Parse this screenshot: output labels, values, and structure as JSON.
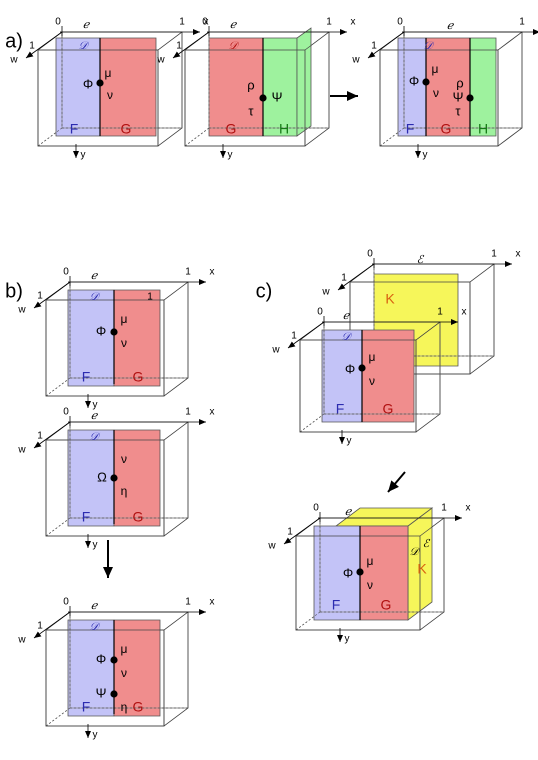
{
  "panels": {
    "a": "a)",
    "b": "b)",
    "c": "c)"
  },
  "axes": {
    "zero": "0",
    "one": "1",
    "x": "x",
    "y": "y",
    "w": "w"
  },
  "faces": {
    "e": "ℯ",
    "d": "𝒟",
    "e_alt": "ℰ"
  },
  "regions": {
    "F": "F",
    "G": "G",
    "H": "H",
    "K": "K"
  },
  "greek": {
    "phi": "Φ",
    "psi": "Ψ",
    "omega": "Ω",
    "mu": "μ",
    "nu": "ν",
    "rho": "ρ",
    "tau": "τ",
    "eta": "η"
  },
  "colors": {
    "blue_region": "#c3c3f7",
    "red_region": "#f08d8d",
    "green_region": "#9ef29e",
    "yellow_region": "#f6f65a",
    "blue_text": "#2c2cb0",
    "red_text": "#b01010",
    "green_text": "#147a14",
    "orange_text": "#d86010"
  }
}
